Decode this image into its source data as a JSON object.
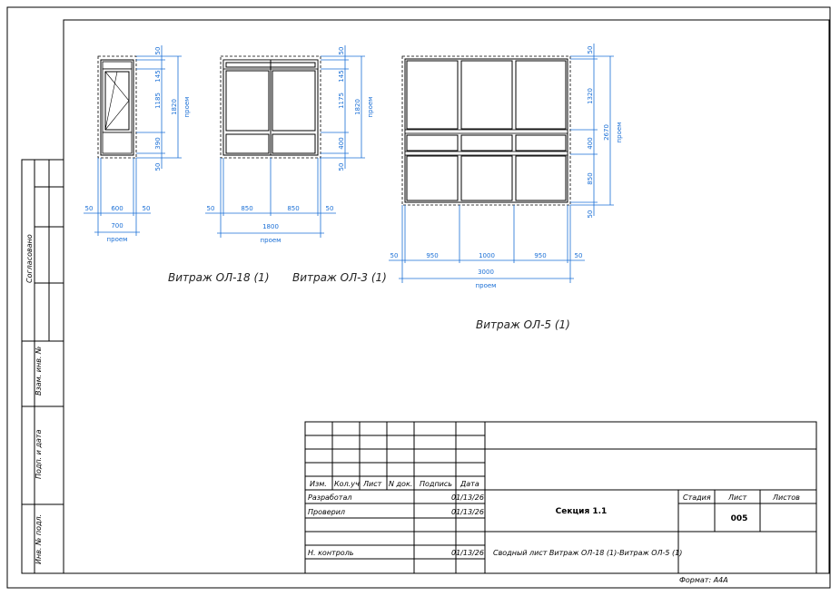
{
  "left_strip": {
    "soglasovano": "Согласовано",
    "vzam_inv": "Взам. инв. №",
    "podp_data": "Подп. и дата",
    "inv_podl": "Инв. № подл."
  },
  "windows": {
    "w1": {
      "label": "Витраж ОЛ-18 (1)",
      "dims_right": [
        "50",
        "145",
        "1185",
        "390",
        "50"
      ],
      "dim_total_right": "1820",
      "dim_right_note": "проем",
      "dims_bottom": [
        "50",
        "600",
        "50"
      ],
      "dim_total_bottom": "700",
      "dim_bottom_note": "проем"
    },
    "w2": {
      "label": "Витраж ОЛ-3 (1)",
      "dims_right": [
        "50",
        "145",
        "1175",
        "400",
        "50"
      ],
      "dim_total_right": "1820",
      "dim_right_note": "проем",
      "dims_bottom": [
        "50",
        "850",
        "850",
        "50"
      ],
      "dim_total_bottom": "1800",
      "dim_bottom_note": "проем"
    },
    "w3": {
      "label": "Витраж ОЛ-5 (1)",
      "dims_right": [
        "50",
        "1320",
        "400",
        "850",
        "50"
      ],
      "dim_total_right": "2670",
      "dim_right_note": "проем",
      "dims_bottom": [
        "50",
        "950",
        "1000",
        "950",
        "50"
      ],
      "dim_total_bottom": "3000",
      "dim_bottom_note": "проем"
    }
  },
  "title_block": {
    "headers": {
      "izm": "Изм.",
      "koluch": "Кол.уч",
      "list": "Лист",
      "ndok": "N док.",
      "podpis": "Подпись",
      "data": "Дата"
    },
    "rows": [
      {
        "role": "Разработал",
        "date": "01/13/26"
      },
      {
        "role": "Проверил",
        "date": "01/13/26"
      },
      {
        "role": "",
        "date": ""
      },
      {
        "role": "Н. контроль",
        "date": "01/13/26"
      }
    ],
    "section": "Секция 1.1",
    "stadiya": "Стадия",
    "list_label": "Лист",
    "listov": "Листов",
    "sheet_number": "005",
    "description": "Сводный лист Витраж ОЛ-18 (1)-Витраж ОЛ-5 (1)",
    "format": "Формат: А4А"
  }
}
